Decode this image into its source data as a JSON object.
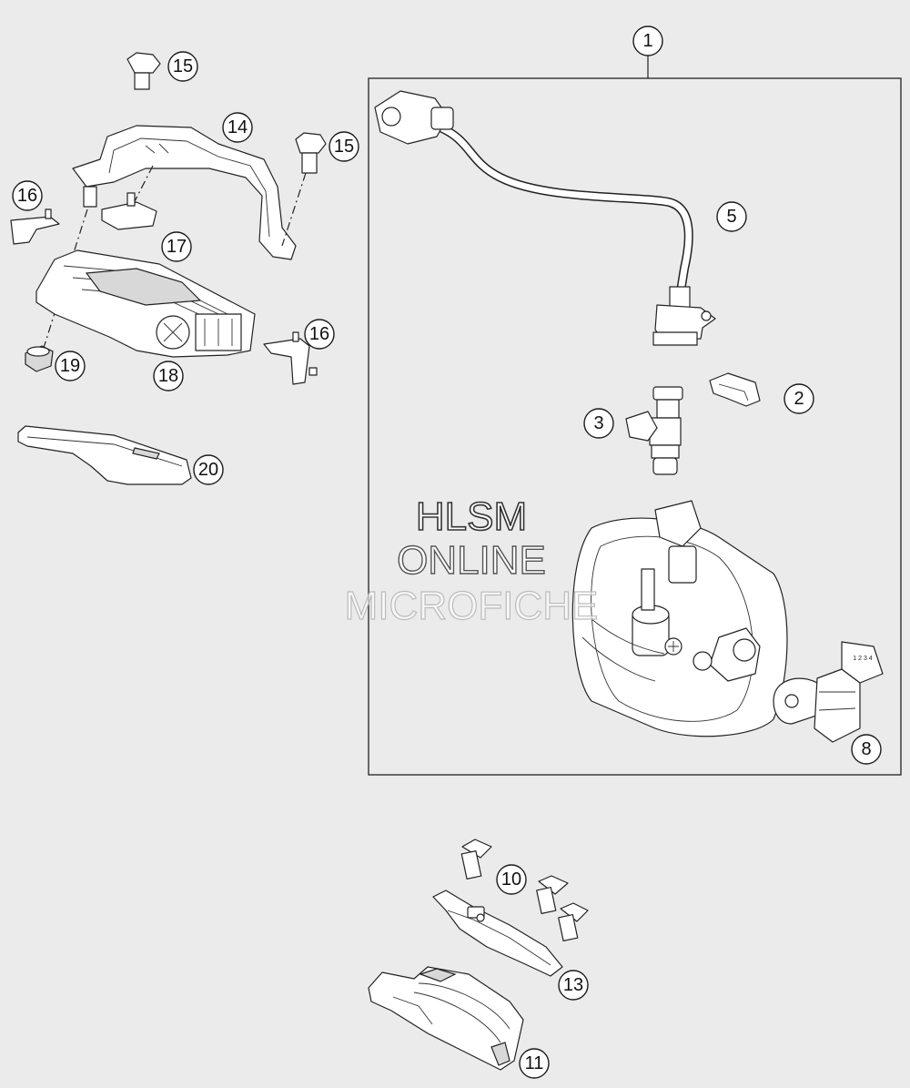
{
  "watermark": {
    "line1": "HLSM",
    "line2": "ONLINE",
    "line3": "MICROFICHE"
  },
  "callouts": [
    "1",
    "2",
    "3",
    "5",
    "8",
    "10",
    "11",
    "13",
    "14",
    "15",
    "15",
    "16",
    "16",
    "17",
    "18",
    "19",
    "20"
  ],
  "map_sensor_pins": "1 2 3 4",
  "colors": {
    "background": "#ebebeb",
    "line": "#222222",
    "watermark_fill": "#ffffff"
  }
}
